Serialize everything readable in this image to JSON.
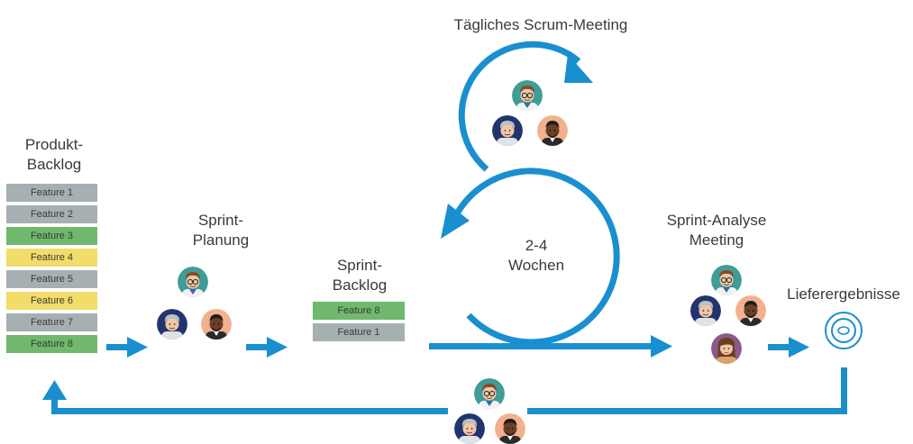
{
  "colors": {
    "arrow": "#1a8fcf",
    "feature_gray": "#a6b0b2",
    "feature_green": "#6fb86d",
    "feature_yellow": "#f2dc6a",
    "text": "#3a3a3a"
  },
  "labels": {
    "daily": "Tägliches Scrum-Meeting",
    "backlog_line1": "Produkt-",
    "backlog_line2": "Backlog",
    "planning_line1": "Sprint-",
    "planning_line2": "Planung",
    "sprint_backlog_line1": "Sprint-",
    "sprint_backlog_line2": "Backlog",
    "duration_line1": "2-4",
    "duration_line2": "Wochen",
    "review_line1": "Sprint-Analyse",
    "review_line2": "Meeting",
    "deliverables": "Lieferergebnisse"
  },
  "product_backlog": [
    {
      "label": "Feature 1",
      "color": "gray"
    },
    {
      "label": "Feature 2",
      "color": "gray"
    },
    {
      "label": "Feature 3",
      "color": "green"
    },
    {
      "label": "Feature 4",
      "color": "yellow"
    },
    {
      "label": "Feature 5",
      "color": "gray"
    },
    {
      "label": "Feature 6",
      "color": "yellow"
    },
    {
      "label": "Feature 7",
      "color": "gray"
    },
    {
      "label": "Feature 8",
      "color": "green"
    }
  ],
  "sprint_backlog": [
    {
      "label": "Feature 8",
      "color": "green"
    },
    {
      "label": "Feature 1",
      "color": "gray"
    }
  ]
}
